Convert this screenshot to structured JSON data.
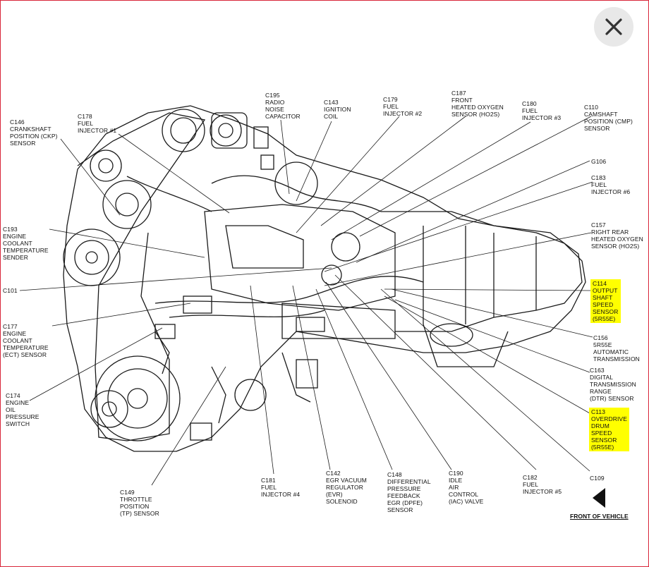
{
  "labels": {
    "c146": "C146\nCRANKSHAFT\nPOSITION (CKP)\nSENSOR",
    "c178": "C178\nFUEL\nINJECTOR #1",
    "c195": "C195\nRADIO\nNOISE\nCAPACITOR",
    "c143": "C143\nIGNITION\nCOIL",
    "c179": "C179\nFUEL\nINJECTOR #2",
    "c187": "C187\nFRONT\nHEATED OXYGEN\nSENSOR (HO2S)",
    "c180": "C180\nFUEL\nINJECTOR #3",
    "c110": "C110\nCAMSHAFT\nPOSITION (CMP)\nSENSOR",
    "g106": "G106",
    "c183": "C183\nFUEL\nINJECTOR #6",
    "c157": "C157\nRIGHT REAR\nHEATED OXYGEN\nSENSOR (HO2S)",
    "c193": "C193\nENGINE\nCOOLANT\nTEMPERATURE\nSENDER",
    "c101": "C101",
    "c114": "C114\nOUTPUT\nSHAFT\nSPEED\nSENSOR\n(5R55E)",
    "c177": "C177\nENGINE\nCOOLANT\nTEMPERATURE\n(ECT) SENSOR",
    "c156": "C156\n5R55E\nAUTOMATIC\nTRANSMISSION",
    "c163": "C163\nDIGITAL\nTRANSMISSION\nRANGE\n(DTR) SENSOR",
    "c174": "C174\nENGINE\nOIL\nPRESSURE\nSWITCH",
    "c113": "C113\nOVERDRIVE\nDRUM\nSPEED\nSENSOR\n(5R55E)",
    "c149": "C149\nTHROTTLE\nPOSITION\n(TP) SENSOR",
    "c181": "C181\nFUEL\nINJECTOR #4",
    "c142": "C142\nEGR VACUUM\nREGULATOR\n(EVR)\nSOLENOID",
    "c148": "C148\nDIFFERENTIAL\nPRESSURE\nFEEDBACK\nEGR (DPFE)\nSENSOR",
    "c190": "C190\nIDLE\nAIR\nCONTROL\n(IAC) VALVE",
    "c182": "C182\nFUEL\nINJECTOR #5",
    "c109": "C109"
  },
  "front_of_vehicle": "FRONT OF VEHICLE",
  "highlight_color": "#ffff00",
  "frame_color": "#d9263a",
  "icons": {
    "close": "close-icon",
    "direction": "arrow-left-icon"
  }
}
